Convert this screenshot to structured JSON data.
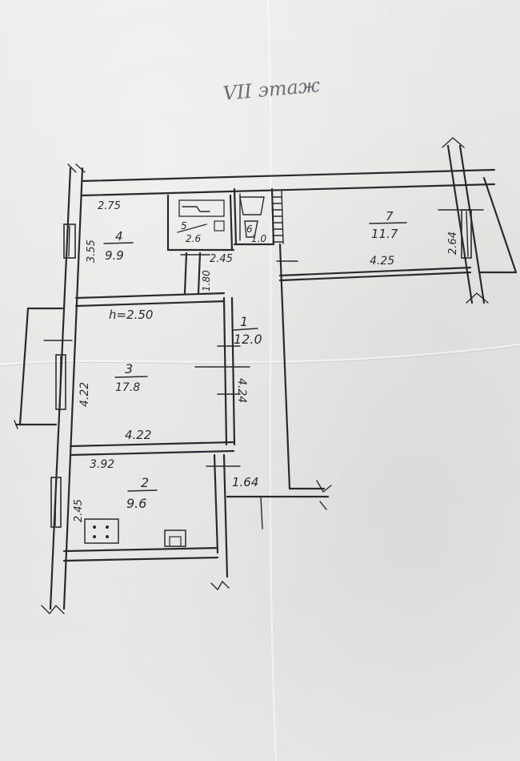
{
  "floor_note": "VII этаж",
  "rooms": [
    {
      "number": "1",
      "area": "12.0"
    },
    {
      "number": "2",
      "area": "9.6"
    },
    {
      "number": "3",
      "area": "17.8"
    },
    {
      "number": "4",
      "area": "9.9"
    },
    {
      "number": "5",
      "area": "2.6"
    },
    {
      "number": "6",
      "area": "1.0"
    },
    {
      "number": "7",
      "area": "11.7"
    }
  ],
  "dimensions": {
    "room4_width": "2.75",
    "room4_depth": "3.55",
    "corridor_width": "2.45",
    "corridor_niche": "1.80",
    "ceiling_height": "h=2.50",
    "room3_depth": "4.22",
    "room3_width": "4.22",
    "hall_length": "4.24",
    "kitchen_width": "3.92",
    "kitchen_depth": "2.45",
    "hall_short": "1.64",
    "room7_depth": "2.64",
    "room7_width": "4.25"
  }
}
